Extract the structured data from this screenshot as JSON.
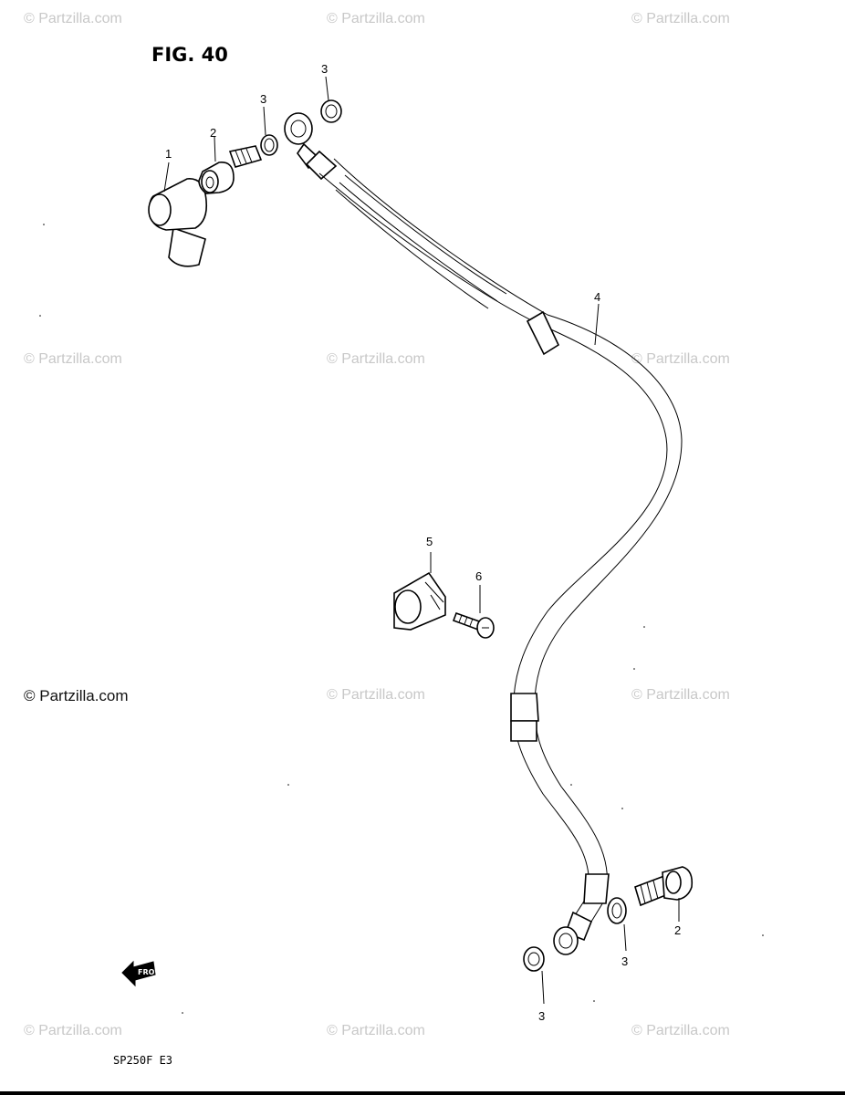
{
  "figure": {
    "title": "FIG. 40",
    "code": "SP250F E3"
  },
  "watermarks": [
    "© Partzilla.com",
    "© Partzilla.com",
    "© Partzilla.com",
    "© Partzilla.com",
    "© Partzilla.com",
    "© Partzilla.com",
    "© Partzilla.com",
    "© Partzilla.com",
    "© Partzilla.com",
    "© Partzilla.com",
    "© Partzilla.com",
    "© Partzilla.com"
  ],
  "callouts": [
    "1",
    "2",
    "3",
    "3",
    "4",
    "5",
    "6",
    "2",
    "3",
    "3"
  ],
  "direction_label": "FRO"
}
